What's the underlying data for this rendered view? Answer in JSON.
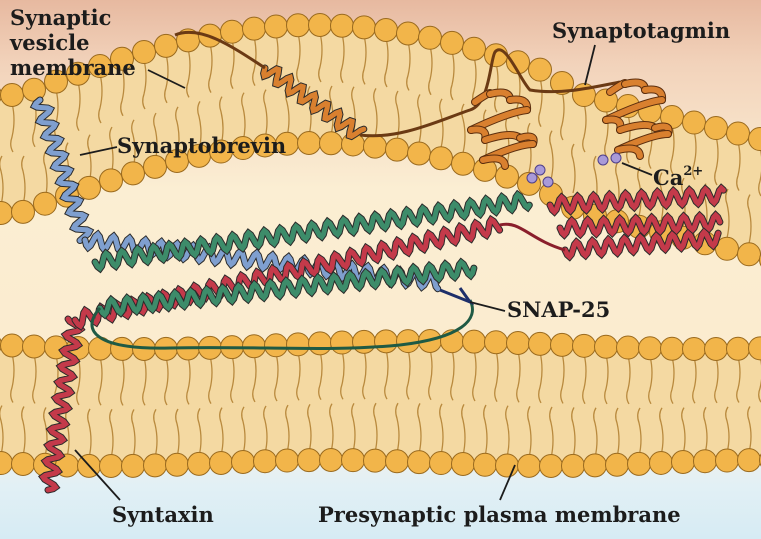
{
  "labels": {
    "vesicle_line1": "Synaptic",
    "vesicle_line2": "vesicle",
    "vesicle_line3": "membrane",
    "synaptotagmin": "Synaptotagmin",
    "synaptobrevin": "Synaptobrevin",
    "calcium_base": "Ca",
    "calcium_charge": "2+",
    "snap25": "SNAP-25",
    "syntaxin": "Syntaxin",
    "plasma_membrane": "Presynaptic plasma membrane"
  },
  "colors": {
    "vesicle_bg": "#e9bfa3",
    "cytoplasm": "#fbeed3",
    "extracellular": "#dceef6",
    "lipid_head": "#f2b54a",
    "lipid_outline": "#9a6a1e",
    "synaptobrevin": "#7f9fcf",
    "syntaxin": "#c43a4a",
    "snap25": "#3d8c6a",
    "synaptotagmin": "#d9802f",
    "calcium": "#a99ad8"
  }
}
